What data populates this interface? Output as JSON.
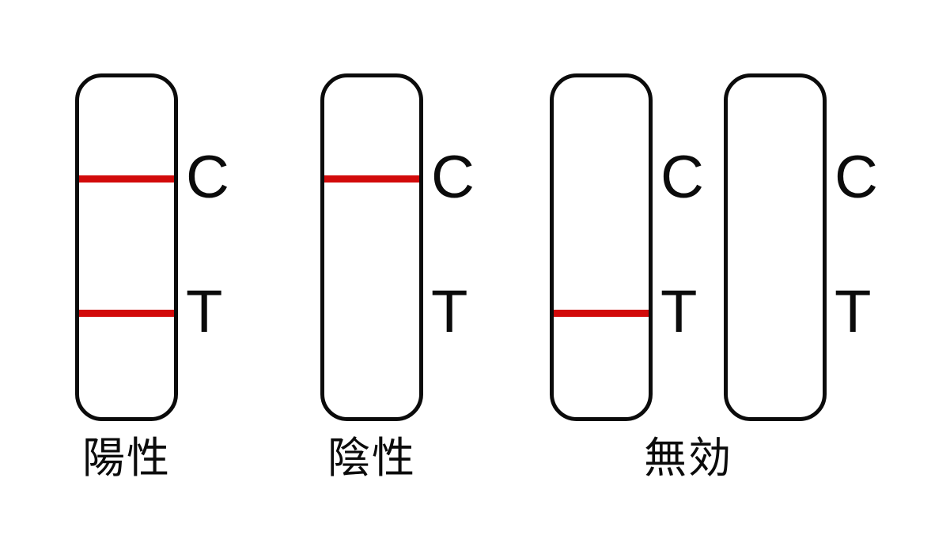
{
  "figure": {
    "type": "lateral-flow-test-result-diagram",
    "strips": [
      {
        "result": "positive",
        "c_marker": "C",
        "t_marker": "T",
        "has_c_line": true,
        "has_t_line": true
      },
      {
        "result": "negative",
        "c_marker": "C",
        "t_marker": "T",
        "has_c_line": true,
        "has_t_line": false
      },
      {
        "result": "invalid-t-only",
        "c_marker": "C",
        "t_marker": "T",
        "has_c_line": false,
        "has_t_line": true
      },
      {
        "result": "invalid-blank",
        "c_marker": "C",
        "t_marker": "T",
        "has_c_line": false,
        "has_t_line": false
      }
    ],
    "labels": {
      "positive": "陽性",
      "negative": "陰性",
      "invalid": "無効"
    },
    "colors": {
      "line_red": "#d20a0a",
      "outline_black": "#0b0b0b",
      "background": "#ffffff"
    }
  }
}
